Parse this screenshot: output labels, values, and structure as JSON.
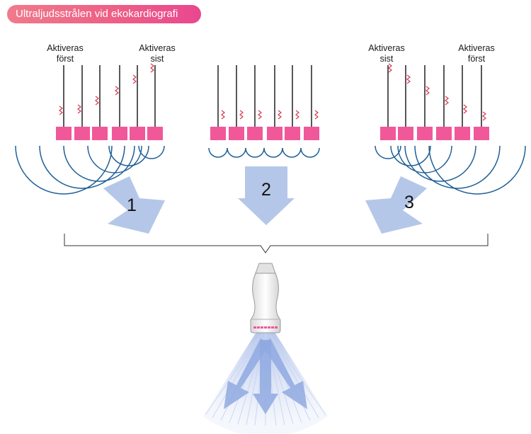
{
  "title": "Ultraljudsstrålen vid ekokardiografi",
  "panels": [
    {
      "step": "1",
      "label_left": [
        "Aktiveras",
        "först"
      ],
      "label_right": [
        "Aktiveras",
        "sist"
      ]
    },
    {
      "step": "2"
    },
    {
      "step": "3",
      "label_left": [
        "Aktiveras",
        "sist"
      ],
      "label_right": [
        "Aktiveras",
        "först"
      ]
    }
  ],
  "colors": {
    "element": "#f0589a",
    "wave": "#1f5f96",
    "arrow": "#b5c7e8",
    "pulse": "#d63a55",
    "title_bg": "#ee5f86",
    "beam": "#8fa9e0"
  }
}
